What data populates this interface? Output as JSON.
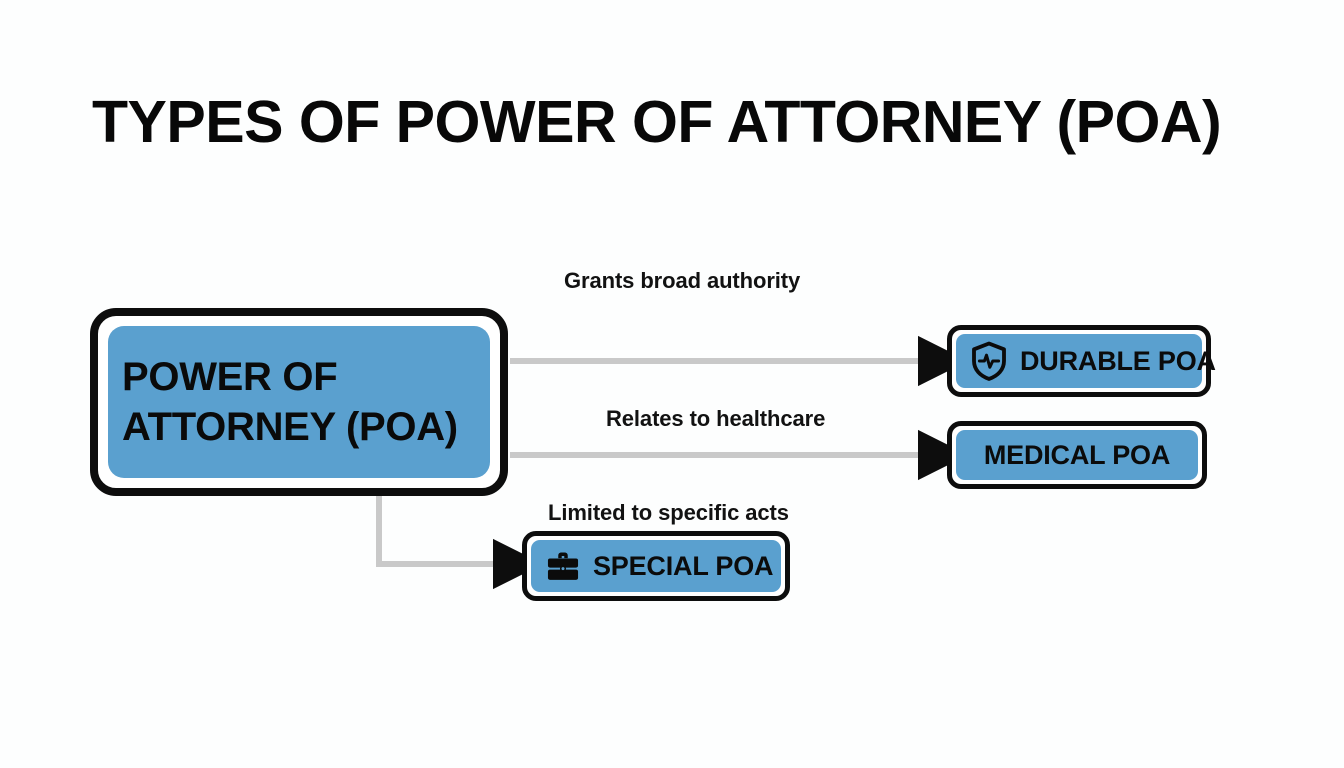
{
  "page": {
    "title": "TYPES OF POWER OF ATTORNEY (POA)",
    "background_color": "#fdfefe"
  },
  "theme": {
    "node_fill": "#5aa0cf",
    "node_border": "#0d0d0d",
    "connector_color": "#c9c9c9",
    "arrowhead_color": "#0d0d0d",
    "text_color": "#0a0a0a"
  },
  "diagram": {
    "type": "flowchart",
    "root": {
      "id": "power-of-attorney",
      "label": "POWER OF\nATTORNEY (POA)",
      "icon": null
    },
    "nodes": [
      {
        "id": "durable-poa",
        "label": "DURABLE POA",
        "icon": "shield-heartbeat-icon"
      },
      {
        "id": "medical-poa",
        "label": "MEDICAL POA",
        "icon": null
      },
      {
        "id": "special-poa",
        "label": "SPECIAL POA",
        "icon": "briefcase-icon"
      }
    ],
    "edges": [
      {
        "from": "power-of-attorney",
        "to": "durable-poa",
        "label": "Grants broad authority"
      },
      {
        "from": "power-of-attorney",
        "to": "medical-poa",
        "label": "Relates to healthcare"
      },
      {
        "from": "power-of-attorney",
        "to": "special-poa",
        "label": "Limited to specific acts"
      }
    ]
  }
}
